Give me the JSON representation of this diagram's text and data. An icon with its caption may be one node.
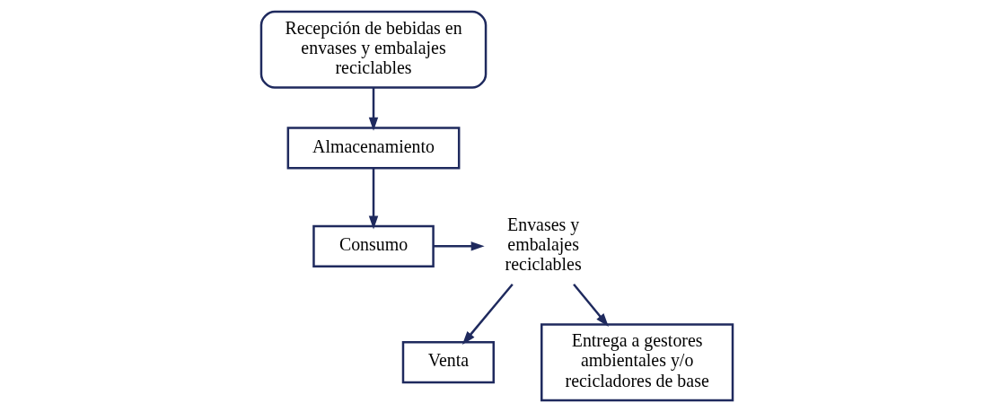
{
  "diagram": {
    "nodes": [
      {
        "text": [
          "Recepción de bebidas en envases y embalajes reciclables"
        ]
      },
      {
        "text": [
          "Almacenamiento"
        ]
      },
      {
        "text": [
          "Consumo"
        ]
      },
      {
        "text": [
          "Envases y embalajes reciclables"
        ]
      },
      {
        "text": [
          "Venta"
        ]
      },
      {
        "text": [
          "Entrega a gestores ambientales y/o recicladores de base"
        ]
      }
    ],
    "edges": [
      {
        "from": 0,
        "to": 1,
        "arrow": "to"
      },
      {
        "from": 1,
        "to": 2,
        "arrow": "to"
      },
      {
        "from": 2,
        "to": 3,
        "arrow": "to"
      },
      {
        "from": 3,
        "to": 4,
        "arrow": "to"
      },
      {
        "from": 3,
        "to": 5,
        "arrow": "to"
      }
    ]
  }
}
